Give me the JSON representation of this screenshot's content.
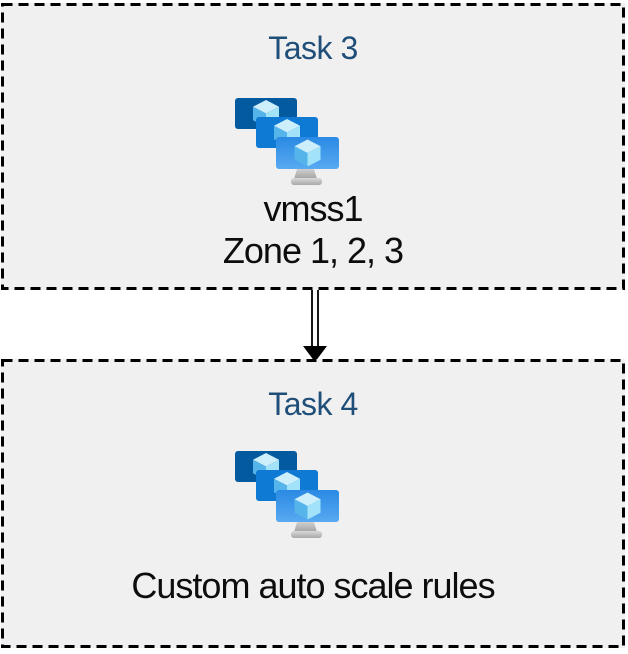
{
  "diagram": {
    "kind": "task-flow",
    "colors": {
      "box_background": "#f0f0f0",
      "box_border": "#000000",
      "title_text": "#1f4e79",
      "body_text": "#0d0d0d",
      "monitor_back": "#045a9f",
      "monitor_middle": "#0f7ad4",
      "monitor_front_top": "#2a89e3",
      "monitor_front_bottom": "#58aaf1",
      "cube_top": "#cdeffc",
      "cube_left": "#55b5ea",
      "cube_right": "#a2e3f9"
    },
    "tasks": [
      {
        "title": "Task 3",
        "icon": "vm-scale-sets-icon",
        "lines": [
          "vmss1",
          "Zone 1, 2, 3"
        ]
      },
      {
        "title": "Task 4",
        "icon": "vm-scale-sets-icon",
        "lines": [
          "Custom auto scale rules"
        ]
      }
    ],
    "connector": {
      "style": "double-line",
      "direction": "down",
      "from": "Task 3",
      "to": "Task 4"
    }
  }
}
